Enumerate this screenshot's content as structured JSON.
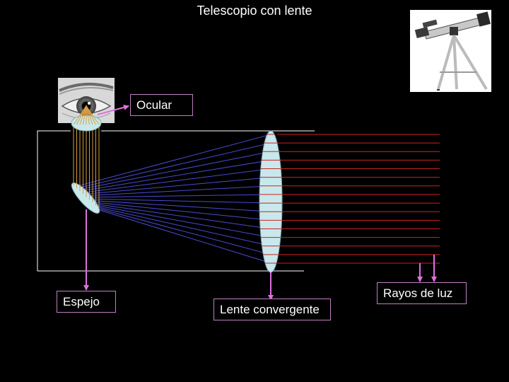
{
  "title": "Telescopio con lente",
  "labels": {
    "ocular": "Ocular",
    "espejo": "Espejo",
    "lente": "Lente convergente",
    "rayos": "Rayos de luz"
  },
  "icons": {
    "eye": "eye-photo-icon",
    "telescope": "telescope-photo-icon"
  },
  "colors": {
    "background": "#000000",
    "incoming_rays": "#cc2222",
    "converging_rays": "#4a4ad0",
    "eyepiece_rays": "#d8a040",
    "optics_fill": "#c8e8ec",
    "pointer_arrows": "#e070e0",
    "label_border": "#c080c0",
    "tube_outline": "#ffffff"
  }
}
